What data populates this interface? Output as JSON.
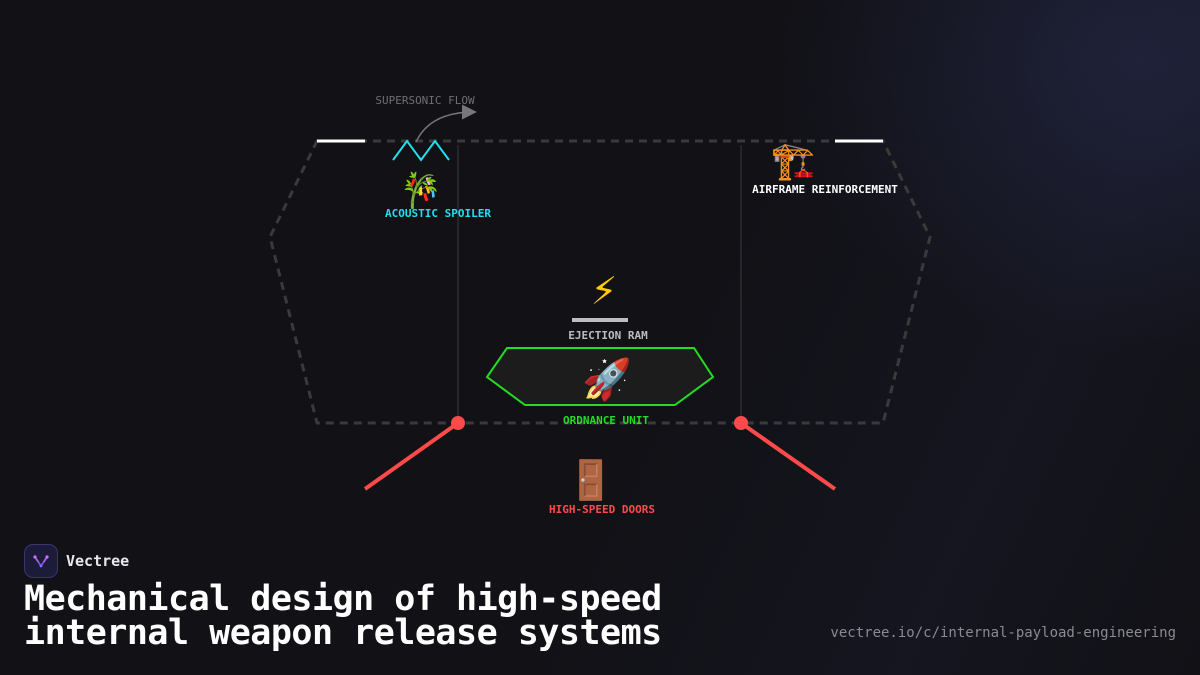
{
  "diagram": {
    "flow_label": "SUPERSONIC FLOW",
    "nodes": {
      "spoiler": {
        "label": "ACOUSTIC SPOILER",
        "icon": "🎋",
        "icon_name": "bamboo-icon",
        "color": "#22e0f0"
      },
      "reinforcement": {
        "label": "AIRFRAME REINFORCEMENT",
        "icon": "🏗️",
        "icon_name": "construction-crane-icon",
        "color": "#ffffff"
      },
      "ejection_ram": {
        "label": "EJECTION RAM",
        "icon": "⚡",
        "icon_name": "lightning-icon",
        "color": "#cfcfcf"
      },
      "ordnance": {
        "label": "ORDNANCE UNIT",
        "icon": "🚀",
        "icon_name": "rocket-icon",
        "color": "#22dd22"
      },
      "doors": {
        "label": "HIGH-SPEED DOORS",
        "icon": "🚪",
        "icon_name": "door-icon",
        "color": "#ff4a4a"
      }
    }
  },
  "footer": {
    "brand_name": "Vectree",
    "title_line1": "Mechanical design of high-speed",
    "title_line2": "internal weapon release systems",
    "url": "vectree.io/c/internal-payload-engineering"
  },
  "colors": {
    "background": "#111116",
    "bay_outline": "#3a3a3a",
    "cyan": "#22e0f0",
    "green": "#22dd22",
    "red": "#ff4a4a"
  }
}
